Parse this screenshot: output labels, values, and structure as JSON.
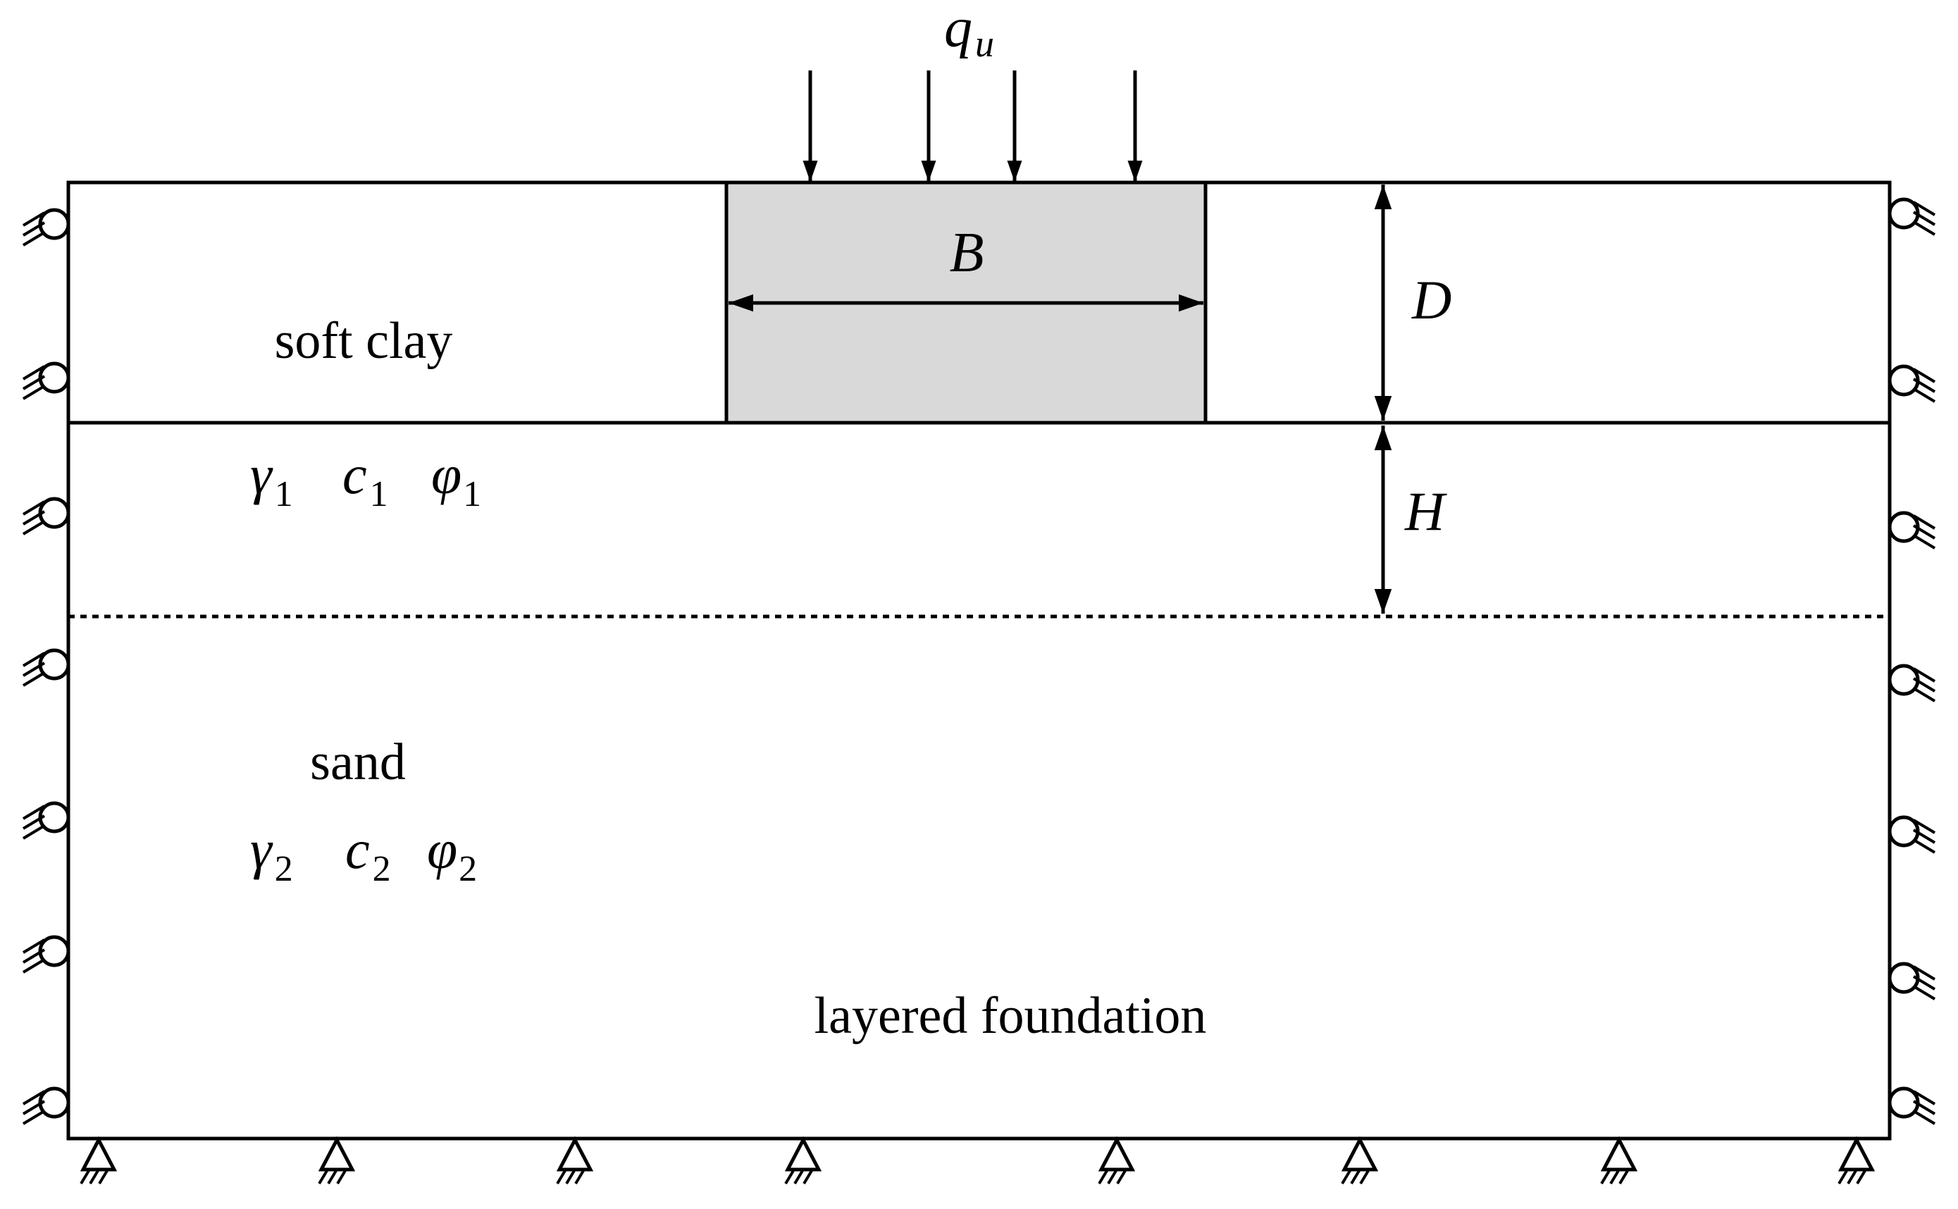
{
  "labels": {
    "load": "q",
    "load_sub": "u",
    "width": "B",
    "depth": "D",
    "thickness": "H",
    "top_layer": "soft clay",
    "bottom_layer": "sand",
    "caption": "layered foundation"
  },
  "layer1_params": [
    {
      "symbol": "γ",
      "sub": "1"
    },
    {
      "symbol": "c",
      "sub": "1"
    },
    {
      "symbol": "φ",
      "sub": "1"
    }
  ],
  "layer2_params": [
    {
      "symbol": "γ",
      "sub": "2"
    },
    {
      "symbol": "c",
      "sub": "2"
    },
    {
      "symbol": "φ",
      "sub": "2"
    }
  ],
  "colors": {
    "line": "#000000",
    "footing_fill": "#d9d9d9",
    "background": "#ffffff"
  }
}
